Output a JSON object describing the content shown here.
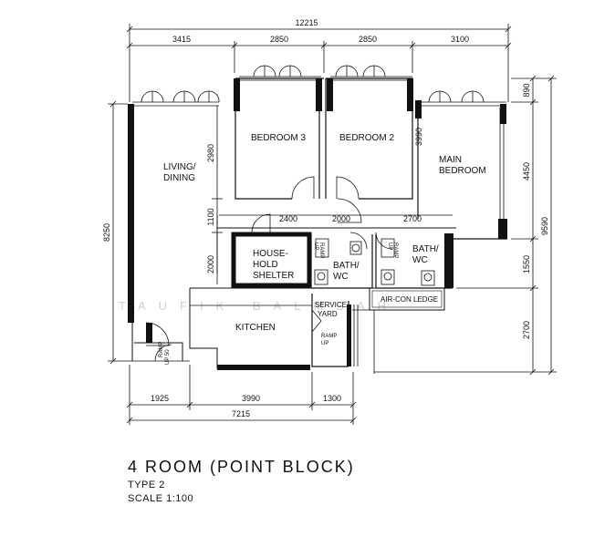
{
  "rooms": {
    "bedroom3": "BEDROOM 3",
    "bedroom2": "BEDROOM 2",
    "main_bedroom_1": "MAIN",
    "main_bedroom_2": "BEDROOM",
    "living_1": "LIVING/",
    "living_2": "DINING",
    "shelter_1": "HOUSE-",
    "shelter_2": "HOLD",
    "shelter_3": "SHELTER",
    "bath1_1": "BATH/",
    "bath1_2": "WC",
    "bath2_1": "BATH/",
    "bath2_2": "WC",
    "service_1": "SERVICE",
    "service_2": "YARD",
    "kitchen": "KITCHEN",
    "aircon": "AIR-CON LEDGE"
  },
  "ramps": {
    "r1_1": "RAMP",
    "r1_2": "UP",
    "r2_1": "RAMP",
    "r2_2": "UP",
    "r3_1": "RAMP",
    "r3_2": "UP",
    "r4_1": "RAMP",
    "r4_2": "UP 50"
  },
  "dimensions": {
    "overall_width": "12215",
    "top_1": "3415",
    "top_2": "2850",
    "top_3": "2850",
    "top_4": "3100",
    "mid_1": "2400",
    "mid_2": "2000",
    "mid_3": "2700",
    "bottom_1": "1925",
    "bottom_2": "3990",
    "bottom_3": "1300",
    "bottom_total": "7215",
    "left_total": "8250",
    "left_2980": "2980",
    "left_1100": "1100",
    "left_2000": "2000",
    "bed_depth": "3990",
    "right_890": "890",
    "right_4450": "4450",
    "right_1550": "1550",
    "right_2700": "2700",
    "right_total": "9590"
  },
  "watermark": "TAUFIK BALMSAH",
  "title": "4 ROOM (POINT BLOCK)",
  "type": "TYPE 2",
  "scale": "SCALE 1:100"
}
